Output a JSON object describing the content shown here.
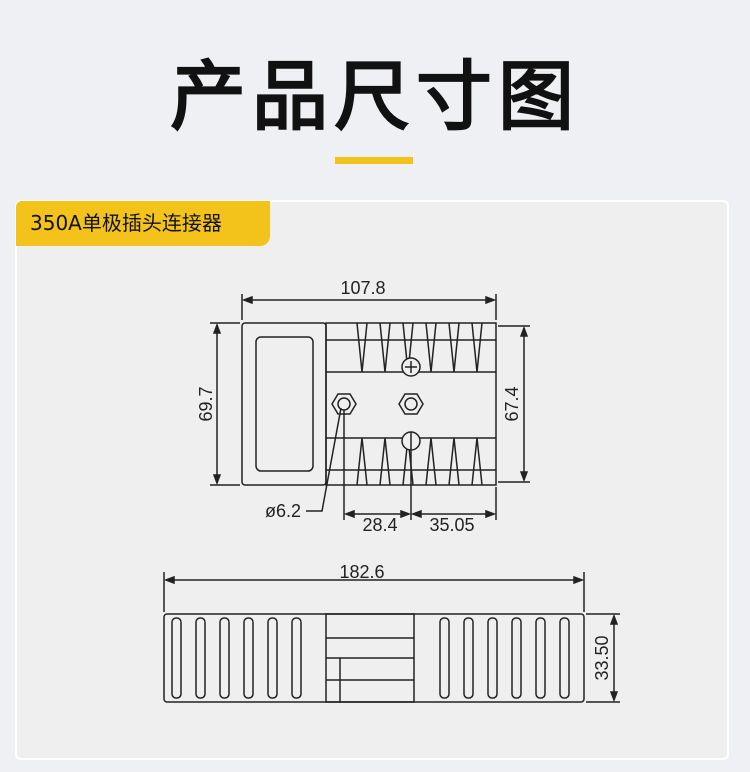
{
  "header": {
    "title": "产品尺寸图"
  },
  "section": {
    "tag": "350A单极插头连接器"
  },
  "dimensions": {
    "top_width": "107.8",
    "left_height": "69.7",
    "right_height": "67.4",
    "hole_diameter": "ø6.2",
    "offset_1": "28.4",
    "offset_2": "35.05",
    "bottom_width": "182.6",
    "bottom_height": "33.50"
  },
  "colors": {
    "accent": "#f3c31b",
    "line": "#222222",
    "background": "#eef0f3"
  }
}
